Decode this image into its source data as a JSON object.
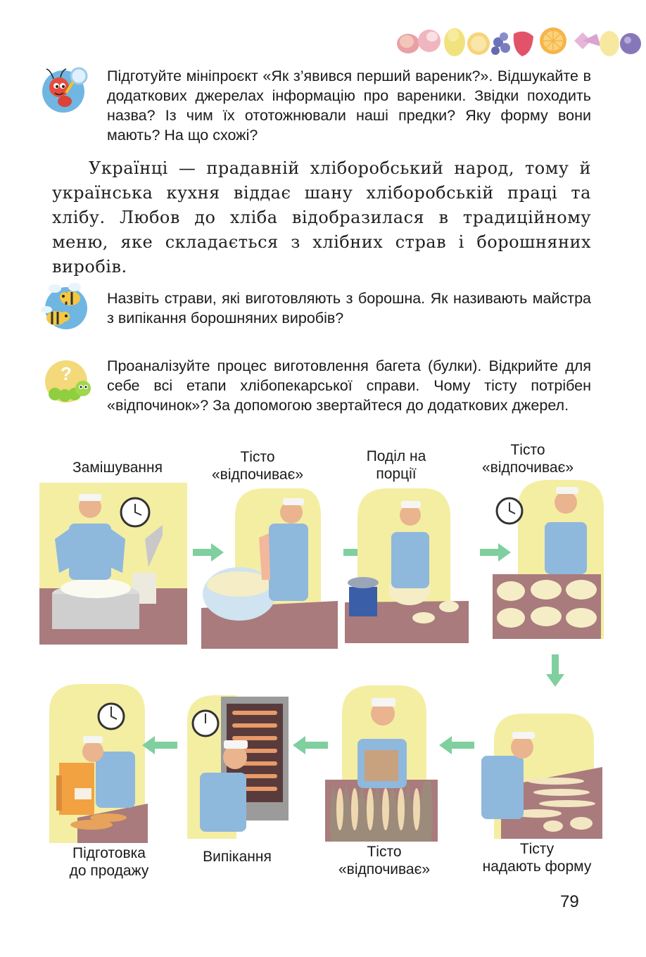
{
  "tasks": [
    {
      "icon": "ant-magnifier-icon",
      "text": "Підготуйте мініпроєкт «Як з’явився перший вареник?». Відшукайте в додаткових джерелах інформацію про вареники. Звідки походить назва? Із чим їх ототожнювали наші предки? Яку форму вони мають? На що схожі?"
    },
    {
      "icon": "bees-icon",
      "text": "Назвіть страви, які виготовляють з борошна. Як називають майстра з випікання борошняних виробів?"
    },
    {
      "icon": "caterpillar-question-icon",
      "text": "Проаналізуйте процес виготовлення багета (булки). Відкрийте для себе всі етапи хлібопекарської справи. Чому тісту потрібен «відпочинок»? За допомогою звертайтеся до додаткових джерел."
    }
  ],
  "main_text": "Українці — прадавній хліборобський народ, тому й українська кухня віддає шану хліборобській праці та хлібу. Любов до хліба відобразилася в традиційному меню, яке складається з хлібних страв і борошняних виробів.",
  "steps": [
    {
      "line1": "Замішування",
      "line2": ""
    },
    {
      "line1": "Тісто",
      "line2": "«відпочиває»"
    },
    {
      "line1": "Поділ на",
      "line2": "порції"
    },
    {
      "line1": "Тісто",
      "line2": "«відпочиває»"
    },
    {
      "line1": "Тісту",
      "line2": "надають форму"
    },
    {
      "line1": "Тісто",
      "line2": "«відпочиває»"
    },
    {
      "line1": "Випікання",
      "line2": ""
    },
    {
      "line1": "Підготовка",
      "line2": "до продажу"
    }
  ],
  "page_number": "79",
  "colors": {
    "scene_yellow": "#f4eea3",
    "table_brown": "#a97b7d",
    "apron_blue": "#8fb8dd",
    "arrow_green": "#7fcf9f"
  }
}
